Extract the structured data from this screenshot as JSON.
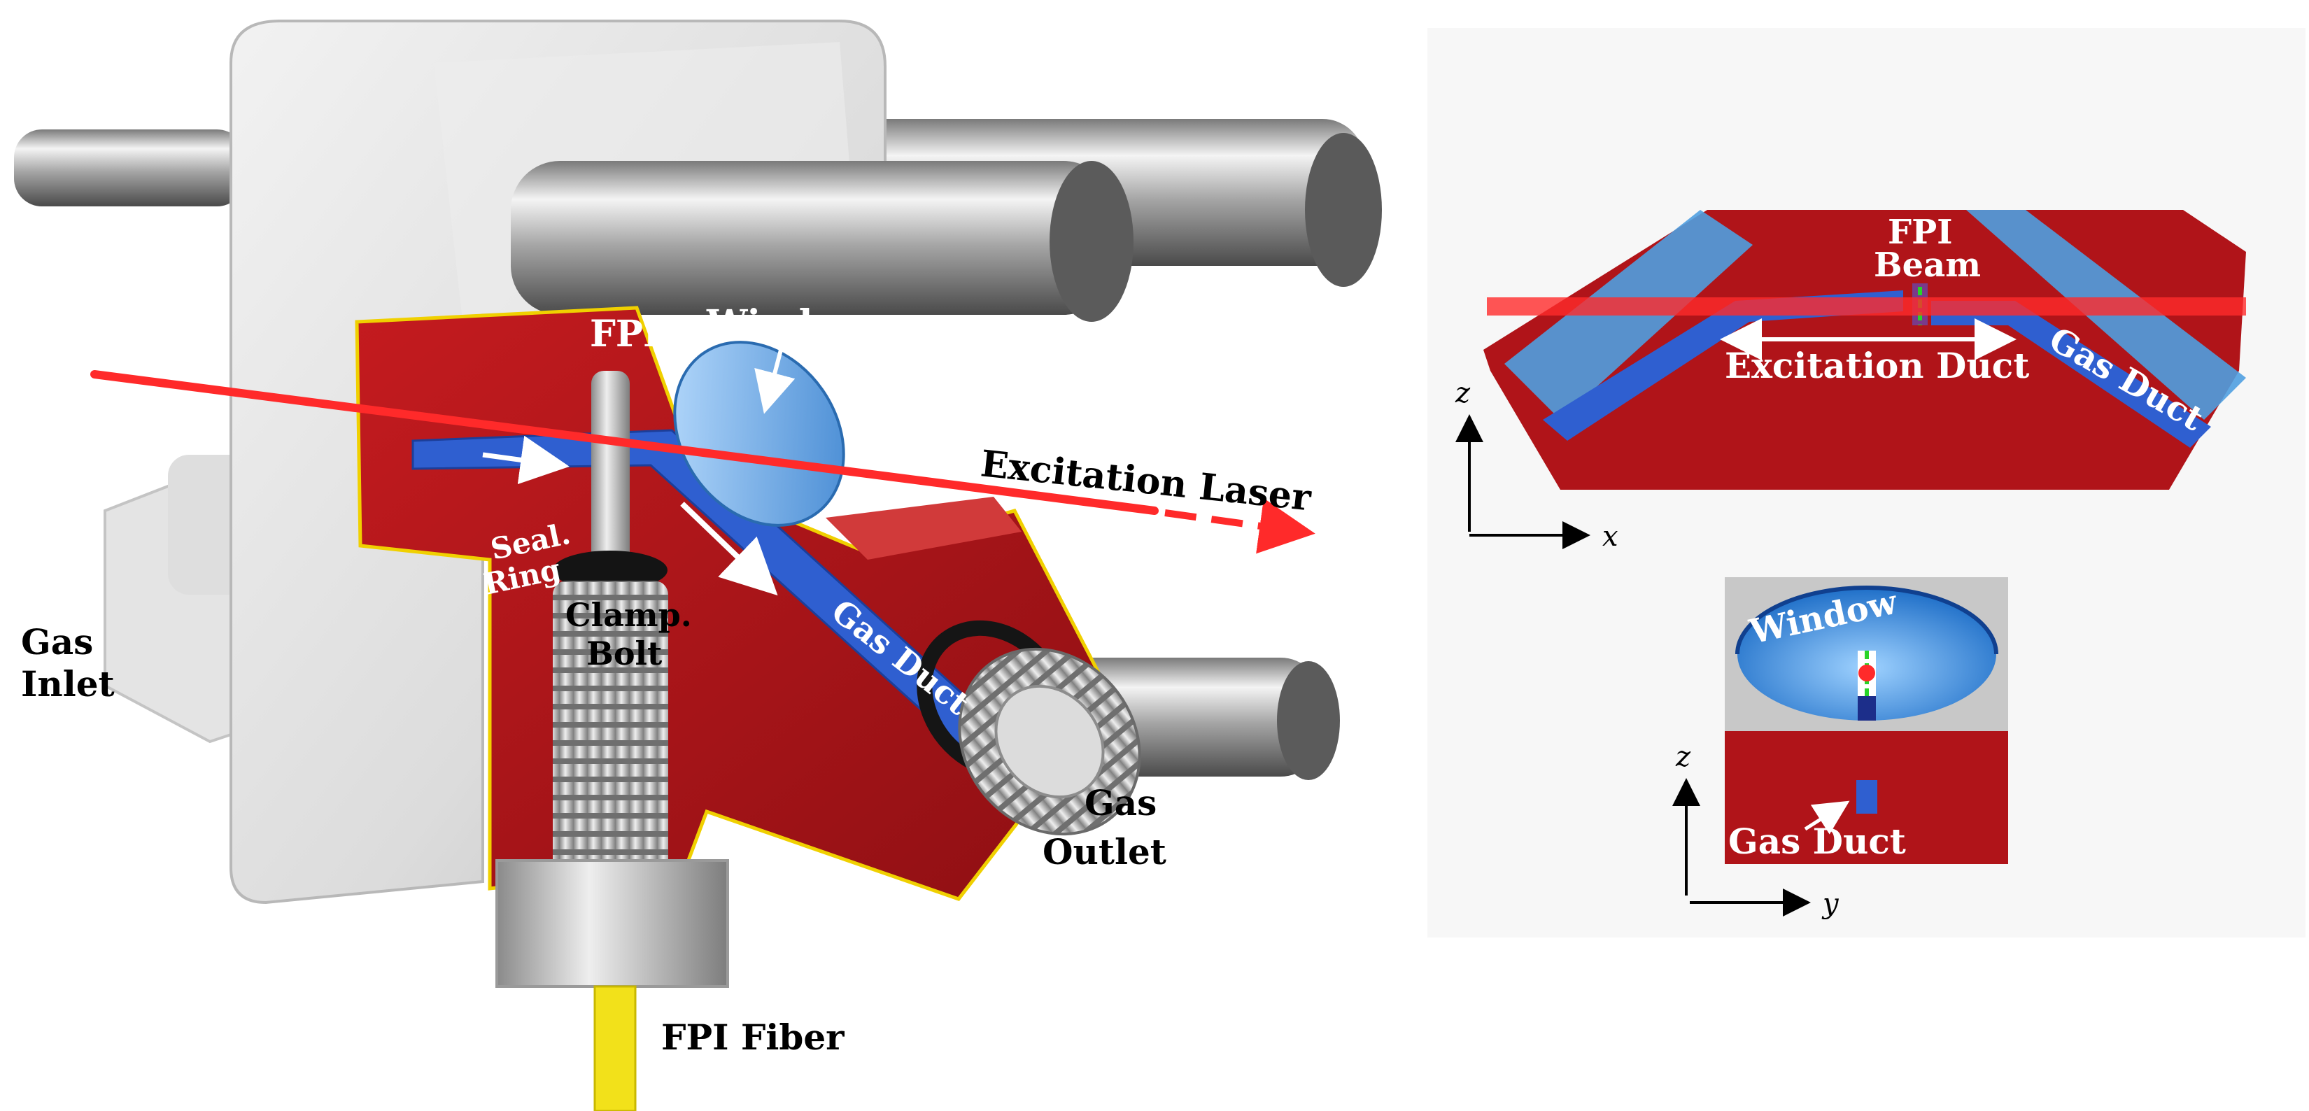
{
  "left_panel": {
    "labels": {
      "fpi": "FPI",
      "window": "Window",
      "excitation_laser": "Excitation Laser",
      "seal_ring_1": "Seal.",
      "seal_ring_2": "Ring",
      "clamp_bolt_1": "Clamp.",
      "clamp_bolt_2": "Bolt",
      "gas_duct": "Gas Duct",
      "gas_inlet_1": "Gas",
      "gas_inlet_2": "Inlet",
      "gas_outlet_1": "Gas",
      "gas_outlet_2": "Outlet",
      "fpi_fiber": "FPI Fiber"
    }
  },
  "top_view": {
    "labels": {
      "fpi_1": "FPI",
      "fpi_2": "Beam",
      "excitation_duct": "Excitation Duct",
      "gas_duct": "Gas Duct",
      "axis_vertical": "z",
      "axis_horizontal": "x"
    }
  },
  "side_view": {
    "labels": {
      "window": "Window",
      "gas_duct": "Gas Duct",
      "axis_vertical": "z",
      "axis_horizontal": "y"
    }
  },
  "colors": {
    "housing_red": "#b01419",
    "duct_blue": "#2f5fd0",
    "window_blue": "#4f9fe0",
    "laser_red": "#ff2a2a",
    "metal_gray": "#c8c8c8",
    "fiber_yellow": "#f2e11a",
    "fpi_green": "#28d428"
  }
}
